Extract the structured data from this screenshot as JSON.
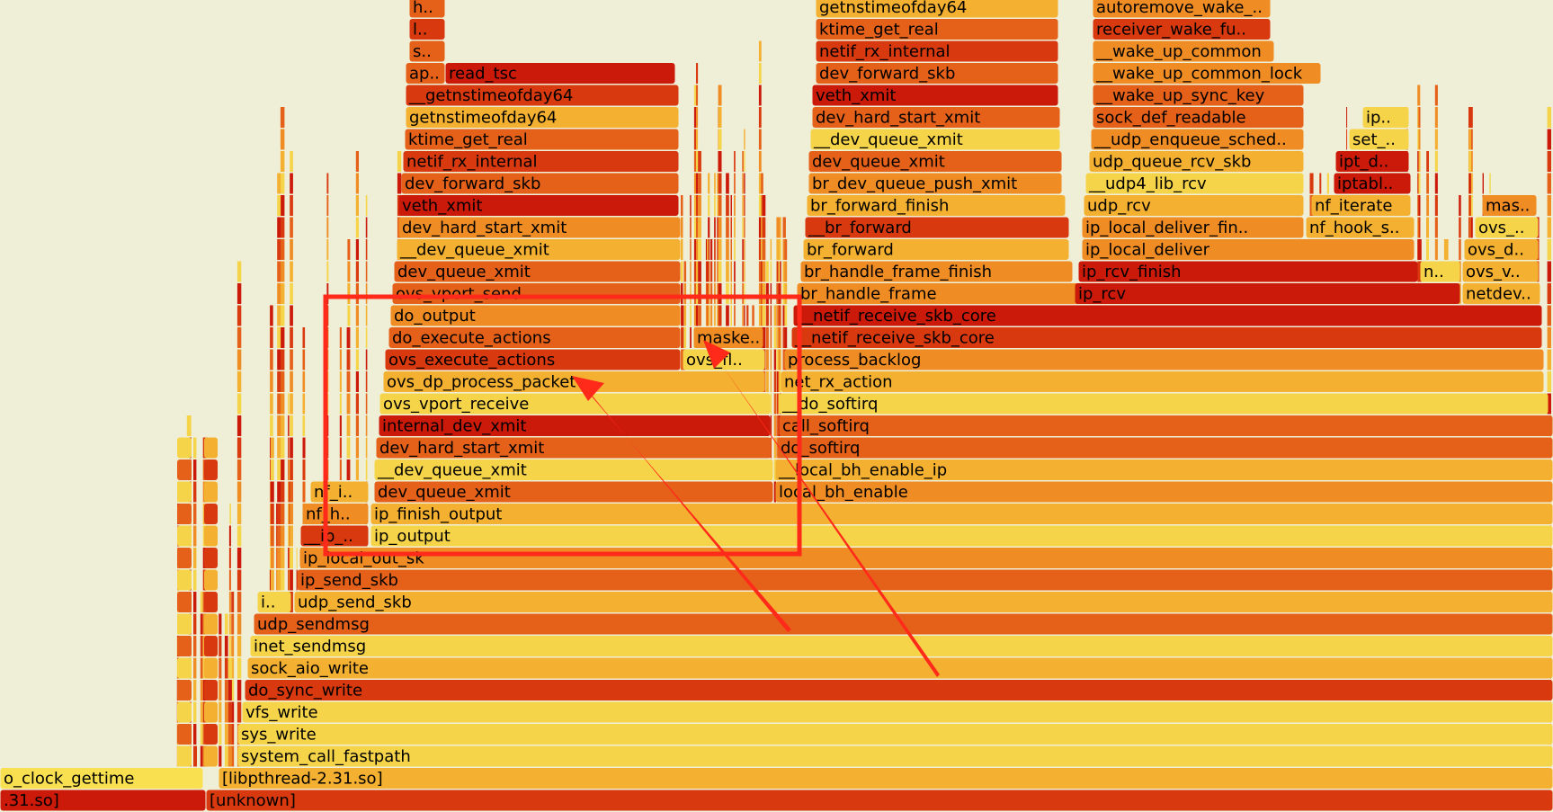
{
  "chart_data": {
    "type": "flamegraph",
    "colors": [
      "#f6d44a",
      "#f4b030",
      "#ef8c24",
      "#e5611a",
      "#d9390f",
      "#cc1a0a",
      "#f8e050"
    ],
    "frames": [
      [
        "[unknown]",
        229,
        1727,
        0,
        4
      ],
      [
        ".31.so]",
        0,
        229,
        0,
        5
      ],
      [
        "[libpthread-2.31.so]",
        243,
        1727,
        1,
        1
      ],
      [
        "o_clock_gettime",
        0,
        226,
        1,
        6
      ],
      [
        "system_call_fastpath",
        264,
        1727,
        2,
        0
      ],
      [
        "sys_write",
        264,
        1727,
        3,
        0
      ],
      [
        "vfs_write",
        269,
        1727,
        4,
        0
      ],
      [
        "do_sync_write",
        272,
        1727,
        5,
        4
      ],
      [
        "sock_aio_write",
        275,
        1727,
        6,
        1
      ],
      [
        "inet_sendmsg",
        278,
        1727,
        7,
        0
      ],
      [
        "udp_sendmsg",
        282,
        1727,
        8,
        3
      ],
      [
        "udp_send_skb",
        327,
        1727,
        9,
        1
      ],
      [
        "i..",
        286,
        324,
        9,
        0
      ],
      [
        "ip_send_skb",
        330,
        1727,
        10,
        3
      ],
      [
        "ip_local_out_sk",
        333,
        1727,
        11,
        2
      ],
      [
        "ip_output",
        412,
        1727,
        12,
        0
      ],
      [
        "__ip_..",
        334,
        410,
        12,
        4
      ],
      [
        "ip_finish_output",
        412,
        1727,
        13,
        1
      ],
      [
        "nf_h..",
        336,
        410,
        13,
        2
      ],
      [
        "dev_queue_xmit",
        416,
        860,
        14,
        3
      ],
      [
        "local_bh_enable",
        862,
        1727,
        14,
        2
      ],
      [
        "nf_i..",
        345,
        410,
        14,
        1
      ],
      [
        "__dev_queue_xmit",
        416,
        860,
        15,
        0
      ],
      [
        "__local_bh_enable_ip",
        862,
        1727,
        15,
        1
      ],
      [
        "dev_hard_start_xmit",
        418,
        858,
        16,
        3
      ],
      [
        "do_softirq",
        864,
        1727,
        16,
        3
      ],
      [
        "internal_dev_xmit",
        421,
        857,
        17,
        5
      ],
      [
        "call_softirq",
        866,
        1727,
        17,
        3
      ],
      [
        "ovs_vport_receive",
        422,
        857,
        18,
        0
      ],
      [
        "__do_softirq",
        866,
        1722,
        18,
        0
      ],
      [
        "ovs_dp_process_packet",
        426,
        851,
        19,
        1
      ],
      [
        "net_rx_action",
        868,
        1717,
        19,
        1
      ],
      [
        "ovs_execute_actions",
        428,
        757,
        20,
        4
      ],
      [
        "ovs_fl..",
        759,
        851,
        20,
        0
      ],
      [
        "process_backlog",
        872,
        1717,
        20,
        2
      ],
      [
        "do_execute_actions",
        432,
        757,
        21,
        3
      ],
      [
        "maske..",
        771,
        849,
        21,
        2
      ],
      [
        "__netif_receive_skb_core",
        880,
        1715,
        21,
        4
      ],
      [
        "do_output",
        434,
        757,
        22,
        2
      ],
      [
        "__netif_receive_skb_core",
        882,
        1715,
        22,
        5
      ],
      [
        "ovs_vport_send",
        436,
        757,
        23,
        3
      ],
      [
        "br_handle_frame",
        886,
        1624,
        23,
        2
      ],
      [
        "ip_rcv",
        1195,
        1624,
        23,
        5
      ],
      [
        "netdev..",
        1626,
        1713,
        23,
        1
      ],
      [
        "dev_queue_xmit",
        438,
        757,
        24,
        3
      ],
      [
        "br_handle_frame_finish",
        890,
        1193,
        24,
        2
      ],
      [
        "ip_rcv_finish",
        1199,
        1577,
        24,
        5
      ],
      [
        "n..",
        1579,
        1624,
        24,
        0
      ],
      [
        "ovs_v..",
        1626,
        1711,
        24,
        1
      ],
      [
        "__dev_queue_xmit",
        441,
        757,
        25,
        1
      ],
      [
        "br_forward",
        893,
        1189,
        25,
        1
      ],
      [
        "ip_local_deliver",
        1203,
        1573,
        25,
        2
      ],
      [
        "ovs_d..",
        1628,
        1711,
        25,
        1
      ],
      [
        "dev_hard_start_xmit",
        443,
        757,
        26,
        2
      ],
      [
        "__br_forward",
        895,
        1189,
        26,
        4
      ],
      [
        "ip_local_deliver_fin..",
        1203,
        1450,
        26,
        2
      ],
      [
        "nf_hook_s..",
        1452,
        1573,
        26,
        1
      ],
      [
        "ovs_..",
        1640,
        1711,
        26,
        0
      ],
      [
        "veth_xmit",
        443,
        755,
        27,
        5
      ],
      [
        "br_forward_finish",
        897,
        1185,
        27,
        1
      ],
      [
        "udp_rcv",
        1205,
        1450,
        27,
        1
      ],
      [
        "nf_iterate",
        1458,
        1569,
        27,
        1
      ],
      [
        "mas..",
        1648,
        1709,
        27,
        2
      ],
      [
        "dev_forward_skb",
        446,
        755,
        28,
        3
      ],
      [
        "br_dev_queue_push_xmit",
        899,
        1181,
        28,
        2
      ],
      [
        "__udp4_lib_rcv",
        1207,
        1450,
        28,
        0
      ],
      [
        "iptabl..",
        1483,
        1569,
        28,
        5
      ],
      [
        "netif_rx_internal",
        448,
        755,
        29,
        4
      ],
      [
        "dev_queue_xmit",
        899,
        1181,
        29,
        3
      ],
      [
        "udp_queue_rcv_skb",
        1211,
        1450,
        29,
        1
      ],
      [
        "ipt_d..",
        1485,
        1567,
        29,
        5
      ],
      [
        "ktime_get_real",
        450,
        755,
        30,
        3
      ],
      [
        "__dev_queue_xmit",
        901,
        1179,
        30,
        0
      ],
      [
        "__udp_enqueue_sched..",
        1213,
        1450,
        30,
        2
      ],
      [
        "set_..",
        1500,
        1567,
        30,
        0
      ],
      [
        "getnstimeofday64",
        451,
        755,
        31,
        1
      ],
      [
        "dev_hard_start_xmit",
        903,
        1179,
        31,
        3
      ],
      [
        "sock_def_readable",
        1215,
        1450,
        31,
        3
      ],
      [
        "ip..",
        1515,
        1567,
        31,
        0
      ],
      [
        "__getnstimeofday64",
        451,
        755,
        32,
        4
      ],
      [
        "veth_xmit",
        903,
        1177,
        32,
        5
      ],
      [
        "__wake_up_sync_key",
        1215,
        1450,
        32,
        3
      ],
      [
        "ap..",
        451,
        495,
        33,
        3
      ],
      [
        "read_tsc",
        495,
        751,
        33,
        5
      ],
      [
        "dev_forward_skb",
        907,
        1177,
        33,
        3
      ],
      [
        "__wake_up_common_lock",
        1215,
        1469,
        33,
        2
      ],
      [
        "s..",
        455,
        495,
        34,
        3
      ],
      [
        "netif_rx_internal",
        907,
        1177,
        34,
        4
      ],
      [
        "__wake_up_common",
        1215,
        1417,
        34,
        2
      ],
      [
        "l..",
        455,
        495,
        35,
        4
      ],
      [
        "ktime_get_real",
        907,
        1177,
        35,
        3
      ],
      [
        "receiver_wake_fu..",
        1215,
        1413,
        35,
        4
      ],
      [
        "h..",
        455,
        495,
        36,
        3
      ],
      [
        "getnstimeofday64",
        907,
        1177,
        36,
        1
      ],
      [
        "autoremove_wake_..",
        1215,
        1413,
        36,
        2
      ]
    ]
  }
}
